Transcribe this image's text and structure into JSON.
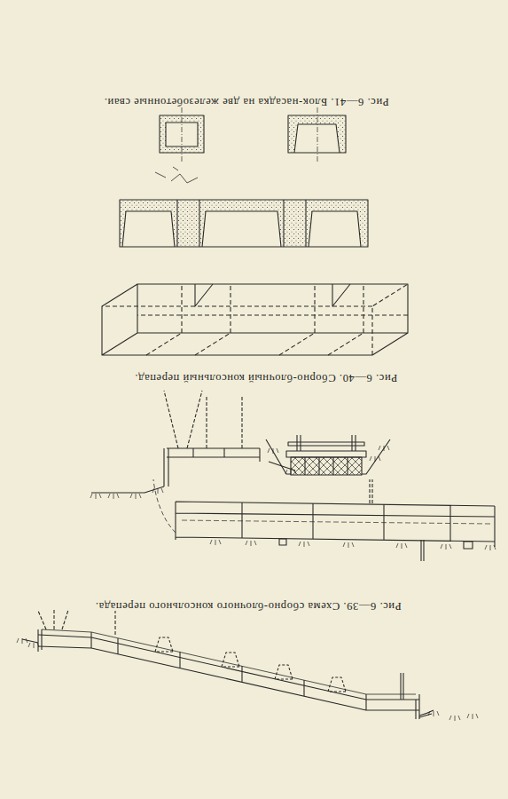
{
  "diagram": {
    "labels": [
      "Рис. 6—39. Схема сборно-блочного консольного перепада.",
      "Рис. 6—40. Сборно-блочный консольный перепад.",
      "Рис. 6—41. Блок-насадка на две железобетонные сваи."
    ]
  }
}
